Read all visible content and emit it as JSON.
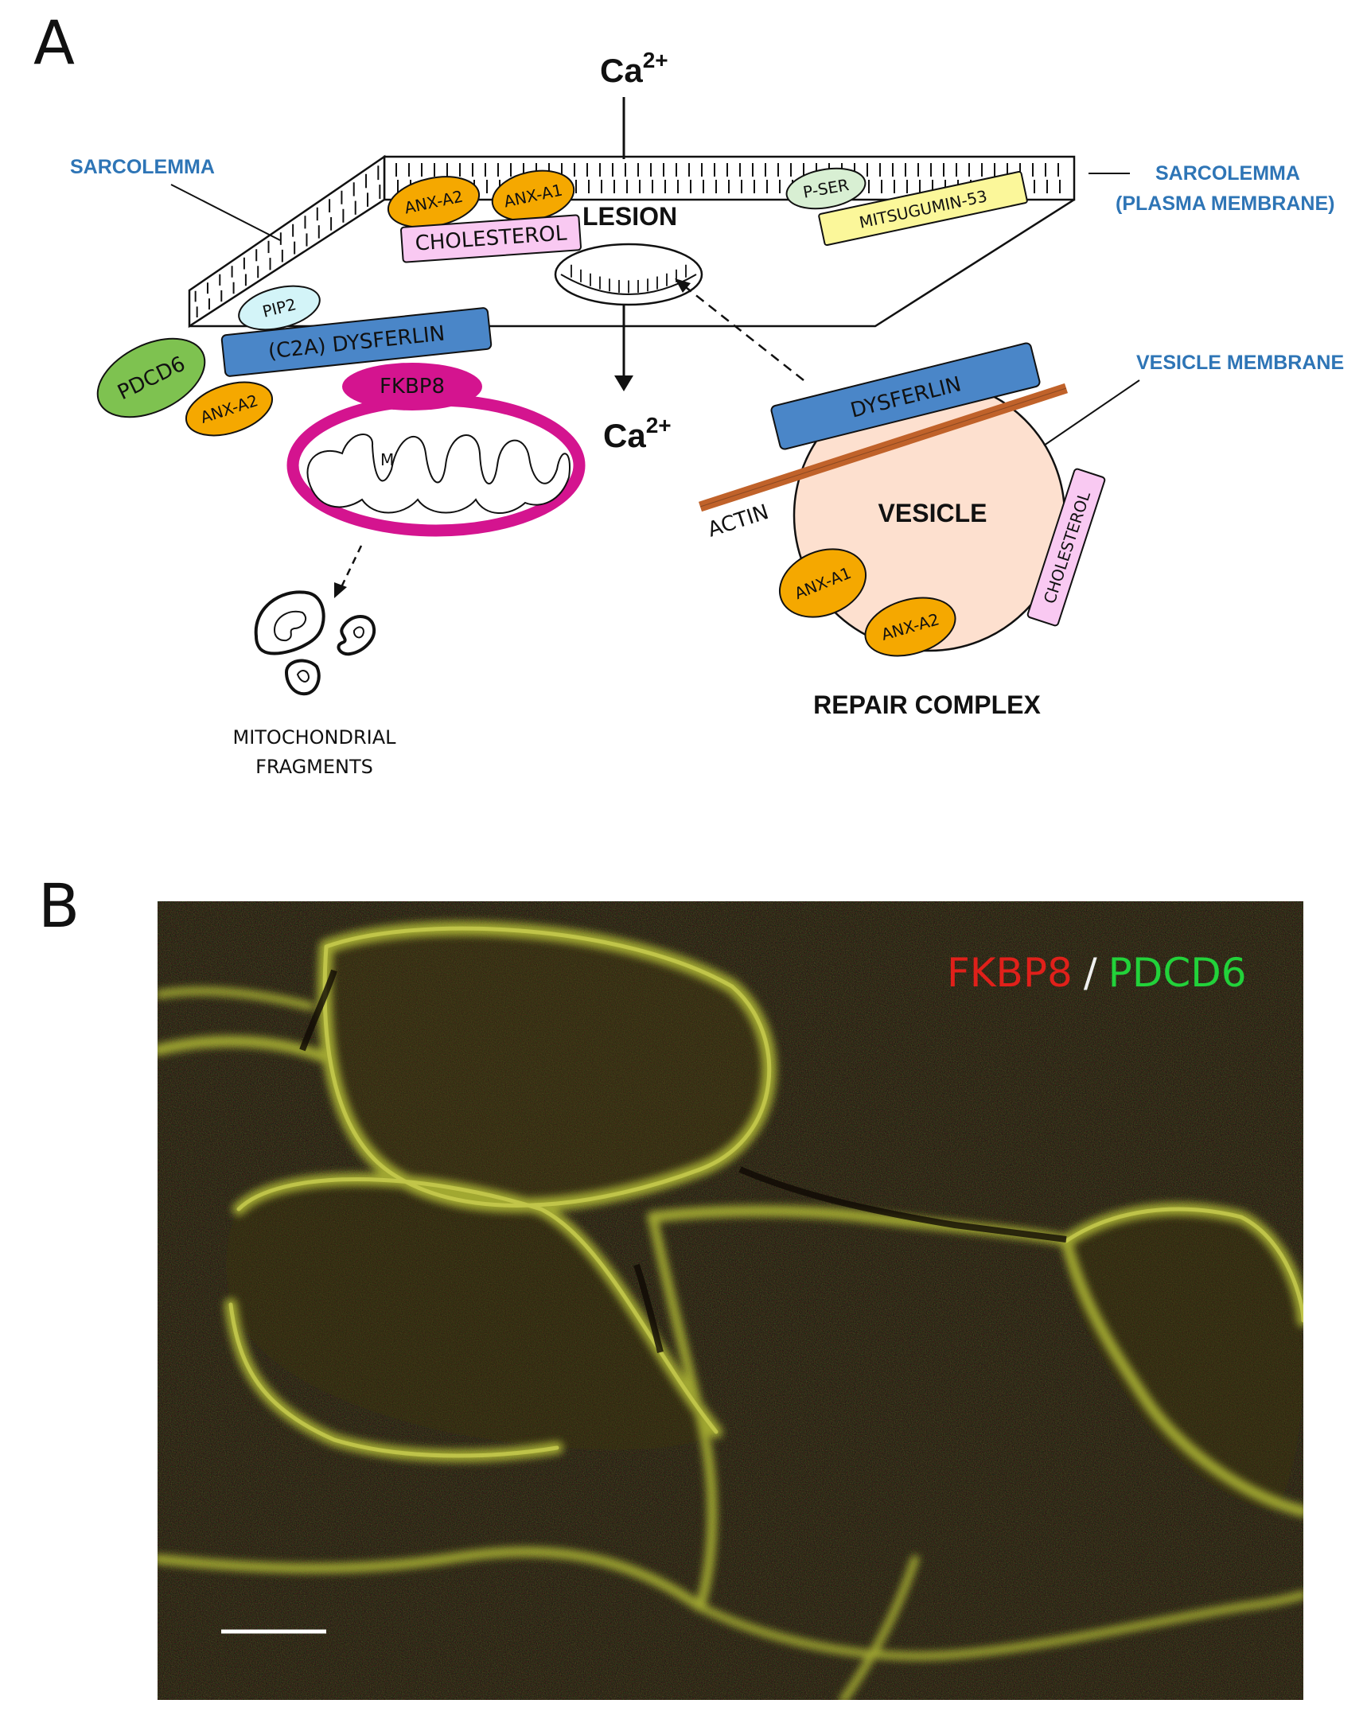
{
  "panel_a": {
    "letter": "A",
    "ca_top": "Ca",
    "ca_bottom": "Ca",
    "ca_superscript": "2+",
    "sarcolemma_left": "SARCOLEMMA",
    "sarcolemma_right_line1": "SARCOLEMMA",
    "sarcolemma_right_line2": "(PLASMA MEMBRANE)",
    "vesicle_membrane": "VESICLE MEMBRANE",
    "lesion": "LESION",
    "proteins": {
      "anx_a2_top": "ANX-A2",
      "anx_a1_top": "ANX-A1",
      "cholesterol_top": "CHOLESTEROL",
      "p_ser": "P-SER",
      "mitsugumin": "MITSUGUMIN-53",
      "pip2": "PIP2",
      "dysferlin_membrane": "(C2A)  DYSFERLIN",
      "pdcd6": "PDCD6",
      "anx_a2_left": "ANX-A2",
      "fkbp8": "FKBP8",
      "mito_m": "M",
      "dysferlin_vesicle": "DYSFERLIN",
      "actin": "ACTIN",
      "vesicle": "VESICLE",
      "cholesterol_vesicle": "CHOLESTEROL",
      "anx_a1_vesicle": "ANX-A1",
      "anx_a2_vesicle": "ANX-A2"
    },
    "mito_fragments_line1": "MITOCHONDRIAL",
    "mito_fragments_line2": "FRAGMENTS",
    "repair_complex": "REPAIR COMPLEX",
    "colors": {
      "annexin": "#f5a800",
      "dysferlin": "#4a86c8",
      "cholesterol": "#f9c9f2",
      "mitsugumin": "#fbf79a",
      "p_ser": "#d8efd3",
      "pip2": "#d3f4f8",
      "pdcd6": "#7ec250",
      "fkbp8": "#d4148f",
      "actin": "#c0622a",
      "vesicle": "#fde0cf",
      "label_blue": "#2e75b6"
    }
  },
  "panel_b": {
    "letter": "B",
    "label_fkbp8": "FKBP8",
    "label_sep": "/",
    "label_pdcd6": "PDCD6",
    "colors": {
      "fkbp8": "#e0201a",
      "pdcd6": "#22d23a",
      "background": "#1c1a08",
      "membrane": "#c6d63c"
    }
  }
}
